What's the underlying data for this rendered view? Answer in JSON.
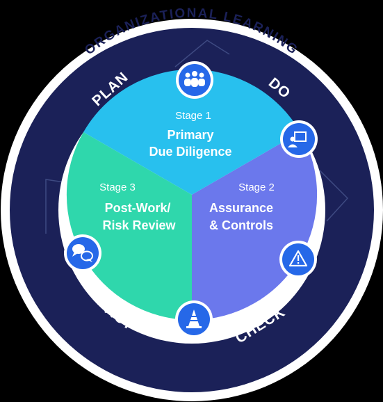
{
  "header": {
    "title": "ORGANIZATIONAL LEARNING"
  },
  "cycle": {
    "plan": "PLAN",
    "do": "DO",
    "check": "CHECK",
    "act": "ACT"
  },
  "stages": [
    {
      "number": "Stage 1",
      "title_line1": "Primary",
      "title_line2": "Due Diligence",
      "color": "#28c0ee"
    },
    {
      "number": "Stage 2",
      "title_line1": "Assurance",
      "title_line2": "& Controls",
      "color": "#6b78ec"
    },
    {
      "number": "Stage 3",
      "title_line1": "Post-Work/",
      "title_line2": "Risk Review",
      "color": "#2fd7ac"
    }
  ],
  "icons": [
    "people-icon",
    "presentation-icon",
    "warning-icon",
    "cone-icon",
    "chat-icon"
  ],
  "colors": {
    "outer_ring": "#1b2158",
    "border": "#ffffff",
    "icon_circle": "#2668e8",
    "connector_line": "#3e4a82"
  }
}
